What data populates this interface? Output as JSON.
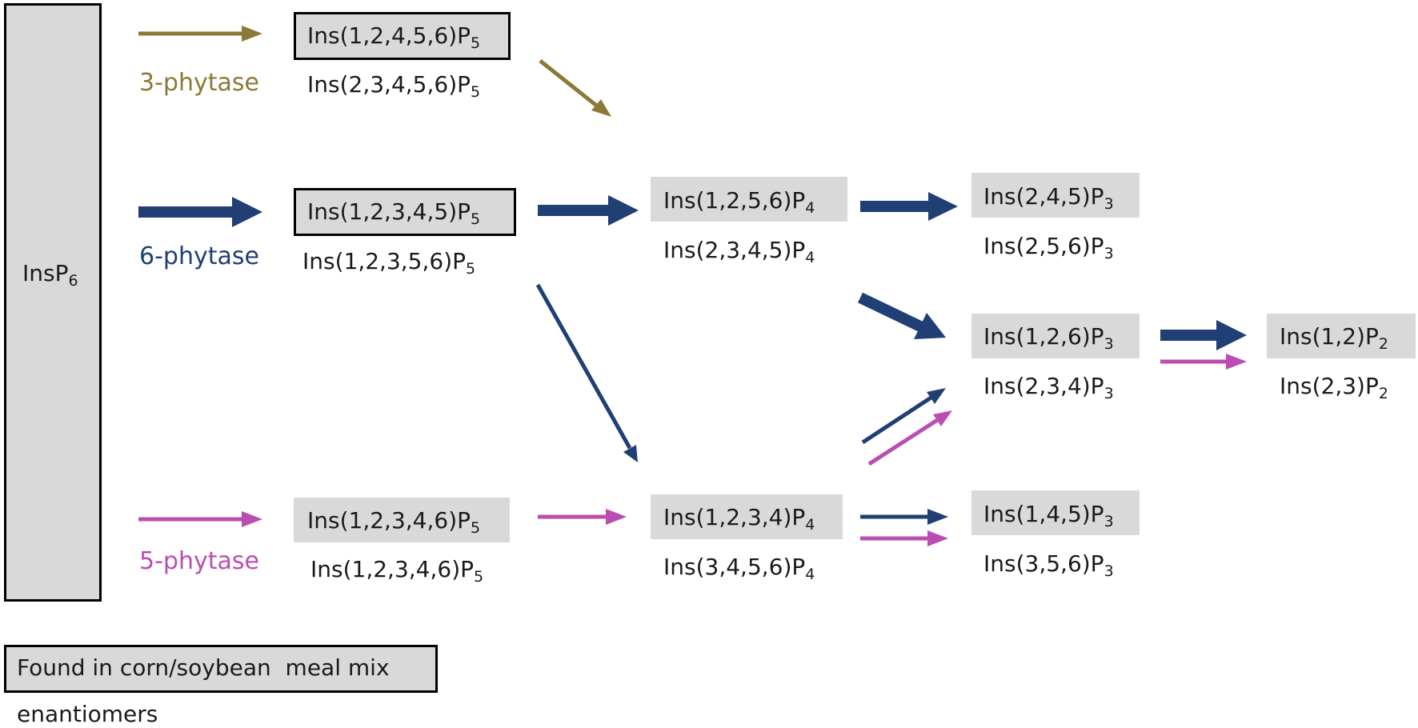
{
  "colors": {
    "phytase3": "#8b7a35",
    "phytase6": "#1f3f75",
    "phytase5": "#bb4db2",
    "box_fill": "#d9d9d9",
    "box_border": "#000000"
  },
  "substrate": {
    "name": "InsP",
    "sub": "6"
  },
  "enzymes": {
    "phytase3": "3-phytase",
    "phytase6": "6-phytase",
    "phytase5": "5-phytase"
  },
  "p5": {
    "a1": {
      "name": "Ins(1,2,4,5,6)P",
      "sub": "5"
    },
    "a2": {
      "name": "Ins(2,3,4,5,6)P",
      "sub": "5"
    },
    "b1": {
      "name": "Ins(1,2,3,4,5)P",
      "sub": "5"
    },
    "b2": {
      "name": "Ins(1,2,3,5,6)P",
      "sub": "5"
    },
    "c1": {
      "name": "Ins(1,2,3,4,6)P",
      "sub": "5"
    },
    "c2": {
      "name": "Ins(1,2,3,4,6)P",
      "sub": "5"
    }
  },
  "p4": {
    "a1": {
      "name": "Ins(1,2,5,6)P",
      "sub": "4"
    },
    "a2": {
      "name": "Ins(2,3,4,5)P",
      "sub": "4"
    },
    "b1": {
      "name": "Ins(1,2,3,4)P",
      "sub": "4"
    },
    "b2": {
      "name": "Ins(3,4,5,6)P",
      "sub": "4"
    }
  },
  "p3": {
    "a1": {
      "name": "Ins(2,4,5)P",
      "sub": "3"
    },
    "a2": {
      "name": "Ins(2,5,6)P",
      "sub": "3"
    },
    "b1": {
      "name": "Ins(1,2,6)P",
      "sub": "3"
    },
    "b2": {
      "name": "Ins(2,3,4)P",
      "sub": "3"
    },
    "c1": {
      "name": "Ins(1,4,5)P",
      "sub": "3"
    },
    "c2": {
      "name": "Ins(3,5,6)P",
      "sub": "3"
    }
  },
  "p2": {
    "a1": {
      "name": "Ins(1,2)P",
      "sub": "2"
    },
    "a2": {
      "name": "Ins(2,3)P",
      "sub": "2"
    }
  },
  "legend": {
    "found": "Found in corn/soybean  meal mix",
    "enantiomers": "enantiomers"
  }
}
